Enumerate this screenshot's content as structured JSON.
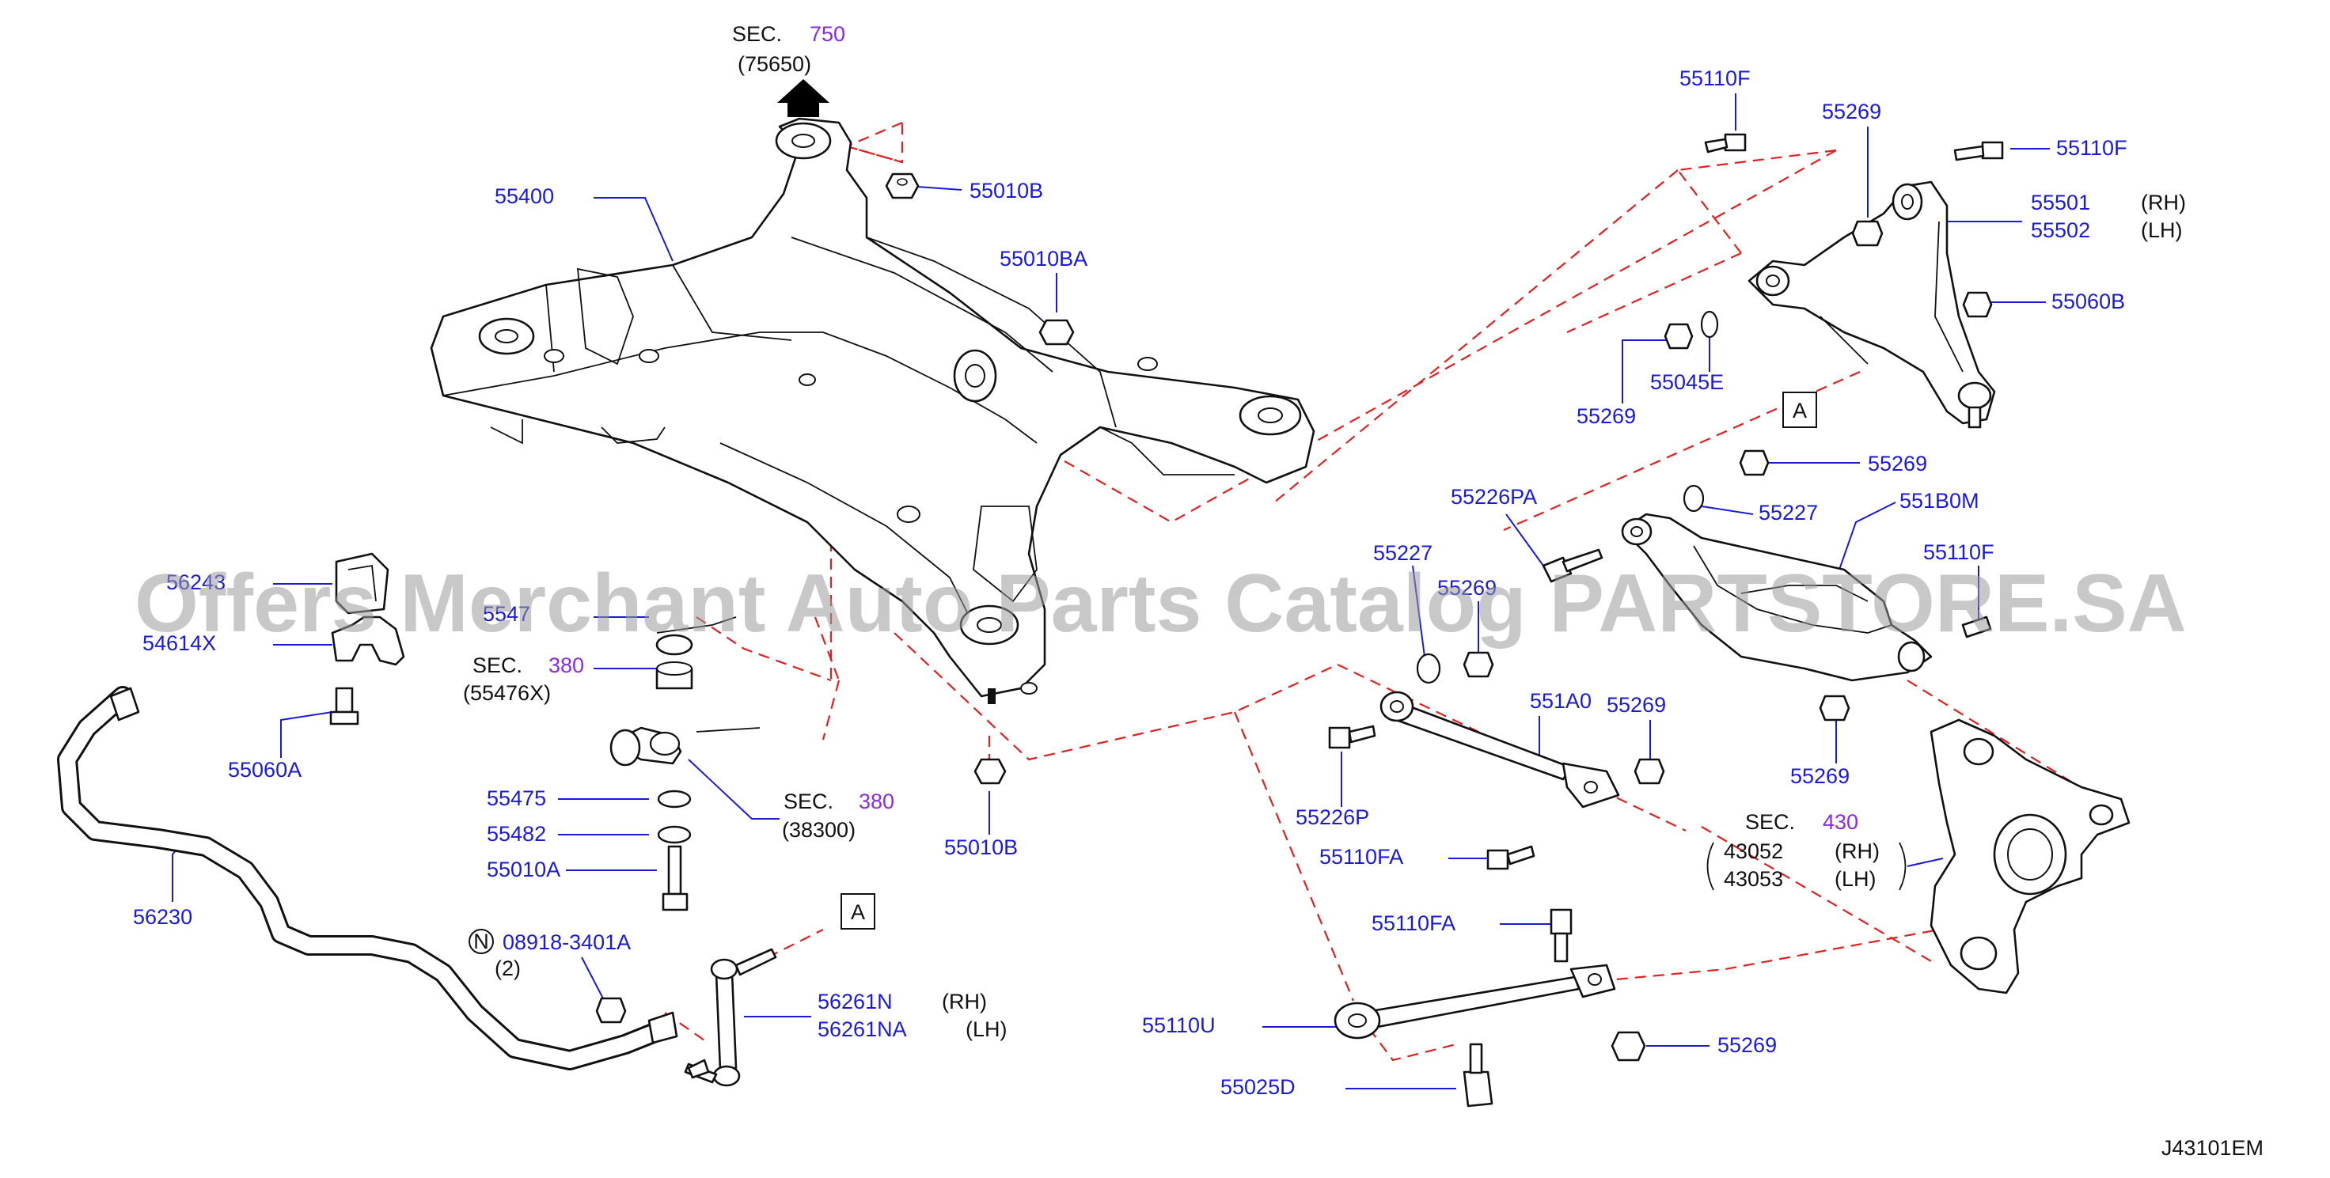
{
  "diagram": {
    "code": "J43101EM",
    "watermark": "Offers Merchant Auto Parts Catalog PARTSTORE.SA",
    "colors": {
      "part_number": "#1a1ad8",
      "section_number": "#8a2be2",
      "leader": "#1a1ad8",
      "dashed_link": "#e02020",
      "outline": "#111111"
    },
    "sections": {
      "top": {
        "prefix": "SEC.",
        "num": "750",
        "ref": "(75650)"
      },
      "mid": {
        "prefix": "SEC.",
        "num": "380",
        "ref": "(55476X)"
      },
      "low": {
        "prefix": "SEC.",
        "num": "380",
        "ref": "(38300)"
      },
      "knuckle": {
        "prefix": "SEC.",
        "num": "430"
      }
    },
    "parts": {
      "p55400": "55400",
      "p55010B_top": "55010B",
      "p55010BA": "55010BA",
      "p55010B_bot": "55010B",
      "p55110F_a": "55110F",
      "p55269_a": "55269",
      "p55110F_b": "55110F",
      "p55501": "55501",
      "p55502": "55502",
      "rh": "(RH)",
      "lh": "(LH)",
      "p55060B": "55060B",
      "p55269_b": "55269",
      "p55045E": "55045E",
      "box_a": "A",
      "p55269_c": "55269",
      "p55226PA": "55226PA",
      "p55227_a": "55227",
      "p551B0M": "551B0M",
      "p55227_b": "55227",
      "p55269_partial": "55269",
      "p55110F_c": "55110F",
      "p55269_d": "55269",
      "p551A0": "551A0",
      "p55269_e": "55269",
      "p55226P": "55226P",
      "p55110FA_a": "55110FA",
      "p43052": "43052",
      "p43053": "43053",
      "p55110FA_b": "55110FA",
      "p55110U": "55110U",
      "p55269_f": "55269",
      "p55025D": "55025D",
      "p56243": "56243",
      "p54614X": "54614X",
      "p55060A": "55060A",
      "p55475": "55475",
      "p55482": "55482",
      "p55010A": "55010A",
      "p56230": "56230",
      "n_mark": "N",
      "p08918": "08918-3401A",
      "qty2": "(2)",
      "p56261N": "56261N",
      "p56261NA": "56261NA",
      "box_a2": "A",
      "p547_partial": "5547"
    }
  }
}
